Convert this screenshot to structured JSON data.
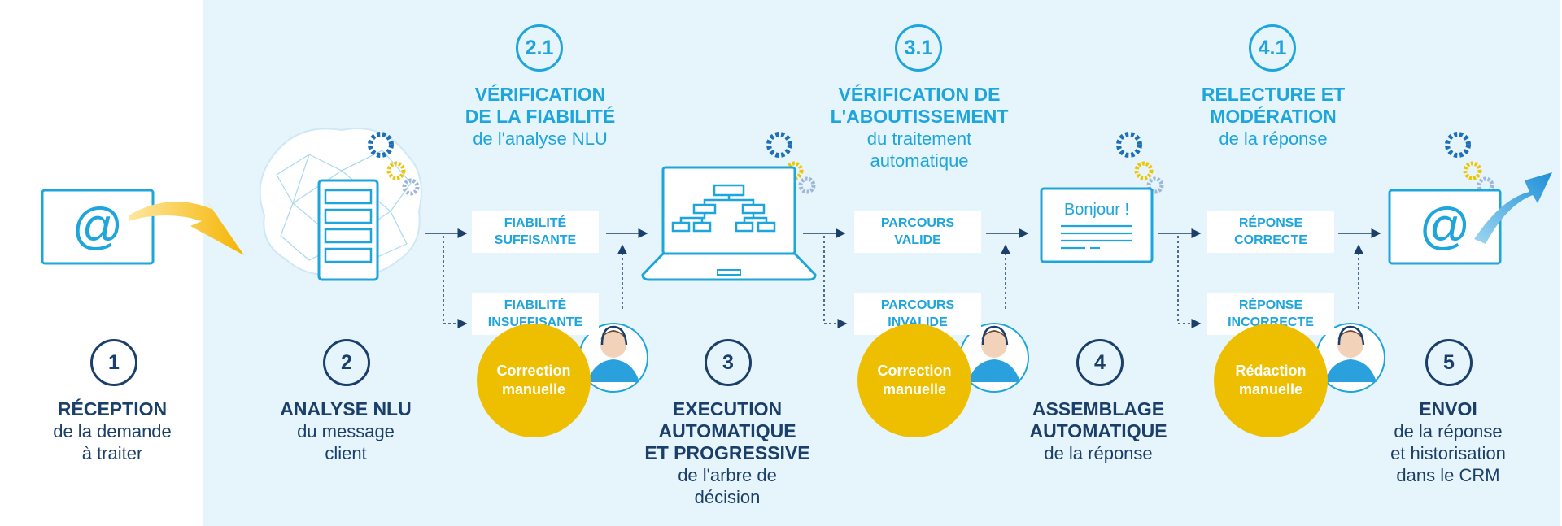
{
  "steps": [
    {
      "num": "1",
      "title": "RÉCEPTION",
      "sub1": "de la demande",
      "sub2": "à traiter"
    },
    {
      "num": "2",
      "title": "ANALYSE NLU",
      "sub1": "du message",
      "sub2": "client"
    },
    {
      "num": "3",
      "title1": "EXECUTION",
      "title2": "AUTOMATIQUE",
      "title3": "ET PROGRESSIVE",
      "sub1": "de l'arbre de",
      "sub2": "décision"
    },
    {
      "num": "4",
      "title1": "ASSEMBLAGE",
      "title2": "AUTOMATIQUE",
      "sub1": "de la réponse"
    },
    {
      "num": "5",
      "title": "ENVOI",
      "sub1": "de la réponse",
      "sub2": "et historisation",
      "sub3": "dans le CRM"
    }
  ],
  "checks": [
    {
      "num": "2.1",
      "title1": "VÉRIFICATION",
      "title2": "DE LA FIABILITÉ",
      "sub1": "de l'analyse NLU"
    },
    {
      "num": "3.1",
      "title1": "VÉRIFICATION DE",
      "title2": "L'ABOUTISSEMENT",
      "sub1": "du traitement",
      "sub2": "automatique"
    },
    {
      "num": "4.1",
      "title1": "RELECTURE ET",
      "title2": "MODÉRATION",
      "sub1": "de la réponse"
    }
  ],
  "labels": {
    "ok1": [
      "FIABILITÉ",
      "SUFFISANTE"
    ],
    "ko1": [
      "FIABILITÉ",
      "INSUFFISANTE"
    ],
    "ok2": [
      "PARCOURS",
      "VALIDE"
    ],
    "ko2": [
      "PARCOURS",
      "INVALIDE"
    ],
    "ok3": [
      "RÉPONSE",
      "CORRECTE"
    ],
    "ko3": [
      "RÉPONSE",
      "INCORRECTE"
    ]
  },
  "manual": [
    {
      "l1": "Correction",
      "l2": "manuelle"
    },
    {
      "l1": "Correction",
      "l2": "manuelle"
    },
    {
      "l1": "Rédaction",
      "l2": "manuelle"
    }
  ],
  "doc": {
    "greeting": "Bonjour !"
  },
  "email": {
    "symbol": "@"
  },
  "colors": {
    "cyan": "#1ea5dc",
    "navy": "#1b3f6b",
    "yellow": "#eebf00",
    "panel": "#e6f4fb"
  }
}
